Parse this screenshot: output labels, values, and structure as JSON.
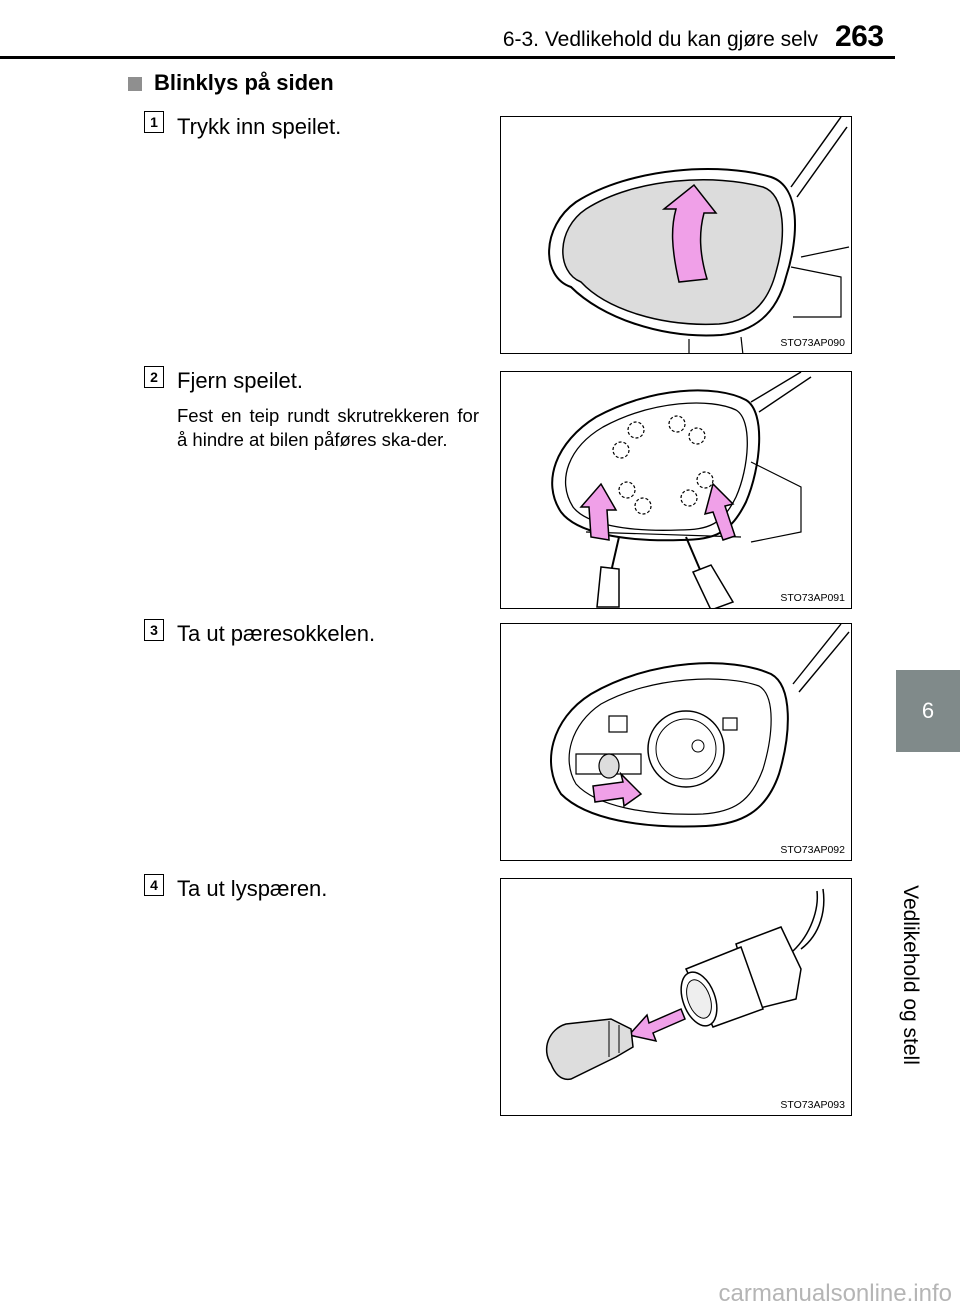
{
  "header": {
    "chapter_title": "6-3. Vedlikehold du kan gjøre selv",
    "page_number": "263"
  },
  "side_tab": {
    "number": "6",
    "label": "Vedlikehold og stell"
  },
  "section": {
    "heading": "Blinklys på siden"
  },
  "steps": [
    {
      "number": "1",
      "text": "Trykk inn speilet.",
      "note": "",
      "figure_code": "STO73AP090"
    },
    {
      "number": "2",
      "text": "Fjern speilet.",
      "note": "Fest en teip rundt skrutrekkeren for å hindre at bilen påføres ska-der.",
      "figure_code": "STO73AP091"
    },
    {
      "number": "3",
      "text": "Ta ut pæresokkelen.",
      "note": "",
      "figure_code": "STO73AP092"
    },
    {
      "number": "4",
      "text": "Ta ut lyspæren.",
      "note": "",
      "figure_code": "STO73AP093"
    }
  ],
  "footer": {
    "watermark": "carmanualsonline.info"
  },
  "colors": {
    "tab": "#808a8a",
    "arrow": "#f0a0e8"
  }
}
